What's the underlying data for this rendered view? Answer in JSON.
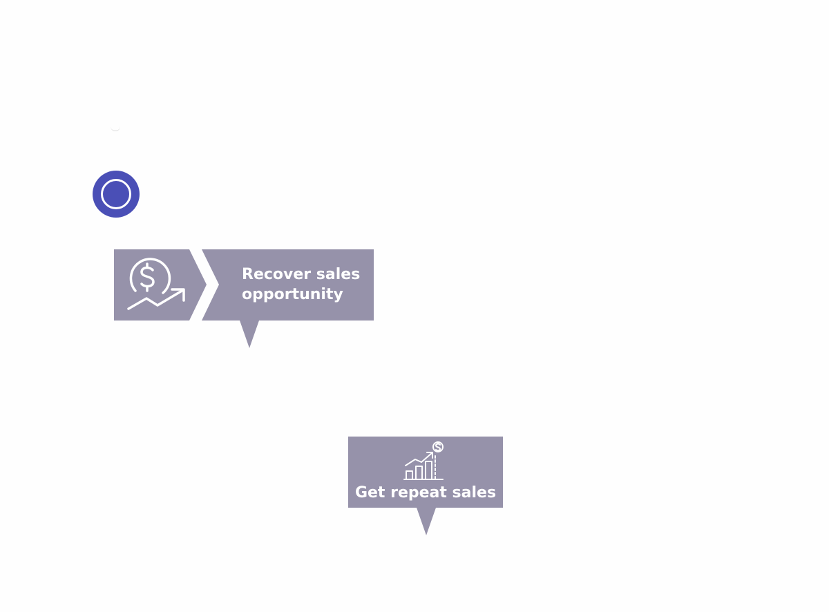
{
  "colors": {
    "callout_fill": "#9692aa",
    "radio_fill": "#4a4fb6",
    "icon_stroke": "#ffffff",
    "background": "#fefefe"
  },
  "radio": {
    "icon": "radio-selected-icon"
  },
  "callouts": [
    {
      "label_line1": "Recover sales",
      "label_line2": "opportunity",
      "icon": "dollar-growth-icon"
    },
    {
      "label": "Get repeat sales",
      "icon": "bar-chart-growth-icon"
    }
  ]
}
